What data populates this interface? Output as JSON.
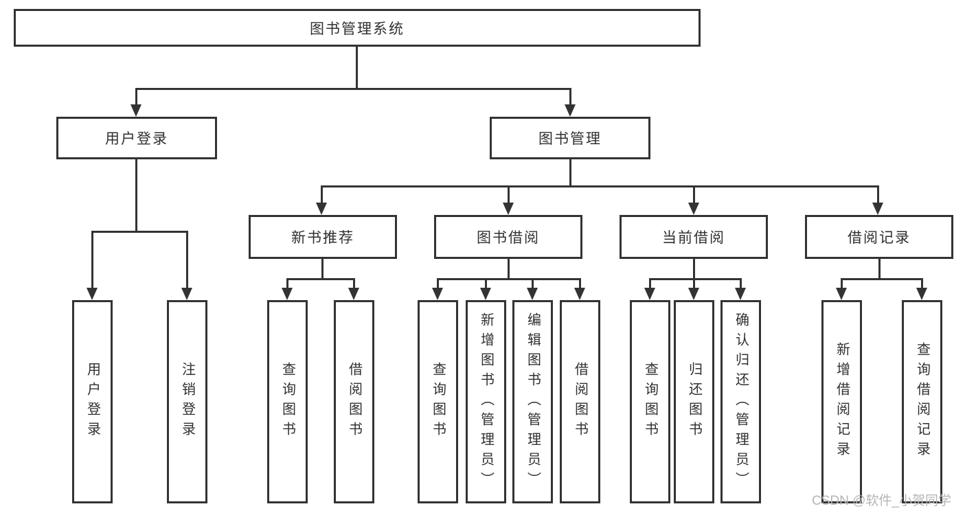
{
  "colors": {
    "line": "#333333",
    "text": "#303030",
    "box_background": "#ffffff",
    "watermark": "#b5b5b5"
  },
  "diagram": {
    "root": {
      "label": "图书管理系统"
    },
    "branches": [
      {
        "label": "用户登录",
        "children": [
          {
            "label": "用户登录"
          },
          {
            "label": "注销登录"
          }
        ]
      },
      {
        "label": "图书管理",
        "children": [
          {
            "label": "新书推荐",
            "children": [
              {
                "label": "查询图书"
              },
              {
                "label": "借阅图书"
              }
            ]
          },
          {
            "label": "图书借阅",
            "children": [
              {
                "label": "查询图书"
              },
              {
                "label": "新增图书（管理员）"
              },
              {
                "label": "编辑图书（管理员）"
              },
              {
                "label": "借阅图书"
              }
            ]
          },
          {
            "label": "当前借阅",
            "children": [
              {
                "label": "查询图书"
              },
              {
                "label": "归还图书"
              },
              {
                "label": "确认归还（管理员）"
              }
            ]
          },
          {
            "label": "借阅记录",
            "children": [
              {
                "label": "新增借阅记录"
              },
              {
                "label": "查询借阅记录"
              }
            ]
          }
        ]
      }
    ]
  },
  "watermark": {
    "text": "CSDN @软件_小贺同学"
  }
}
